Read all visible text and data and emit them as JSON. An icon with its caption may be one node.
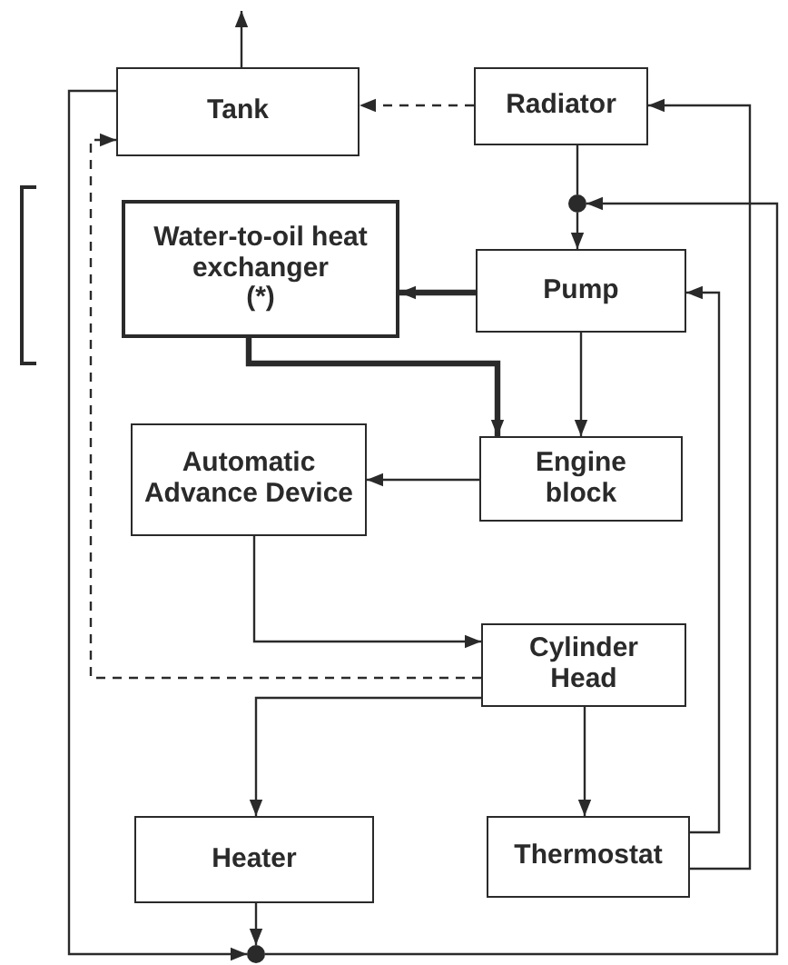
{
  "diagram": {
    "nodes": [
      {
        "text": [
          "Tank"
        ]
      },
      {
        "text": [
          "Radiator"
        ]
      },
      {
        "text": [
          "Water-to-oil heat exchanger",
          "(*)"
        ]
      },
      {
        "text": [
          "Pump"
        ]
      },
      {
        "text": [
          "Automatic Advance Device"
        ]
      },
      {
        "text": [
          "Engine block"
        ]
      },
      {
        "text": [
          "Cylinder Head"
        ]
      },
      {
        "text": [
          "Heater"
        ]
      },
      {
        "text": [
          "Thermostat"
        ]
      },
      {
        "text": [],
        "shape": "circle"
      },
      {
        "text": [],
        "shape": "circle"
      }
    ],
    "edges": [
      {
        "from": 0,
        "to": null,
        "arrow": "to"
      },
      {
        "from": 1,
        "to": 0,
        "arrow": "to",
        "style": "dashed"
      },
      {
        "from": 1,
        "to": 9,
        "arrow": "none"
      },
      {
        "from": 9,
        "to": 3,
        "arrow": "to"
      },
      {
        "from": 3,
        "to": 2,
        "arrow": "to",
        "style": "thick"
      },
      {
        "from": 2,
        "to": 5,
        "arrow": "to",
        "style": "thick"
      },
      {
        "from": 3,
        "to": 5,
        "arrow": "to"
      },
      {
        "from": 5,
        "to": 4,
        "arrow": "to"
      },
      {
        "from": 4,
        "to": 6,
        "arrow": "to"
      },
      {
        "from": 6,
        "to": 0,
        "arrow": "to",
        "style": "dashed"
      },
      {
        "from": 6,
        "to": 7,
        "arrow": "to"
      },
      {
        "from": 6,
        "to": 8,
        "arrow": "to"
      },
      {
        "from": 7,
        "to": 10,
        "arrow": "to"
      },
      {
        "from": 0,
        "to": 10,
        "arrow": "to"
      },
      {
        "from": 8,
        "to": 3,
        "arrow": "to"
      },
      {
        "from": 8,
        "to": 1,
        "arrow": "to"
      },
      {
        "from": 10,
        "to": 9,
        "arrow": "to"
      }
    ]
  }
}
